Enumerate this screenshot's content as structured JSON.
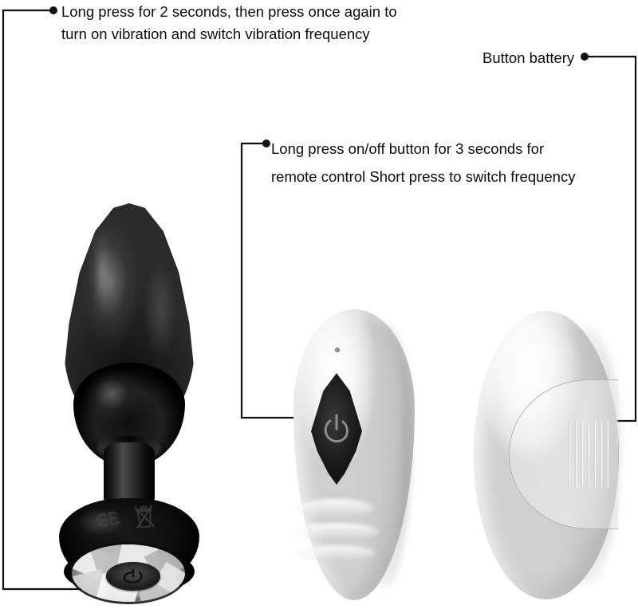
{
  "diagram": {
    "title": "Vibrating plug and wireless remote feature callouts",
    "background_color": "#ffffff",
    "line_color": "#111111"
  },
  "callouts": [
    {
      "id": "vibration",
      "lines": [
        "Long press for 2 seconds, then press once again to",
        "turn on vibration and switch vibration frequency"
      ],
      "points_to": "plug-power-button"
    },
    {
      "id": "remote",
      "lines": [
        "Long press on/off button for 3 seconds for",
        "remote control  Short press to switch frequency"
      ],
      "points_to": "remote-power-button"
    },
    {
      "id": "battery",
      "lines": [
        "Button battery"
      ],
      "points_to": "remote-battery-door"
    }
  ],
  "products": {
    "plug": {
      "name": "Vibrating plug",
      "color": "#111111",
      "markings": [
        {
          "name": "ce-mark",
          "text": "CE"
        },
        {
          "name": "weee-mark",
          "text": ""
        }
      ],
      "base": {
        "name": "Crystal jewel base",
        "button_icon": "power-icon"
      }
    },
    "remote_front": {
      "name": "Remote control front",
      "color": "#f4f4f4",
      "button_icon": "power-icon",
      "led_indicator": "led-dot"
    },
    "remote_back": {
      "name": "Remote control back",
      "color": "#f4f4f4",
      "battery_door": "Button battery compartment"
    }
  }
}
